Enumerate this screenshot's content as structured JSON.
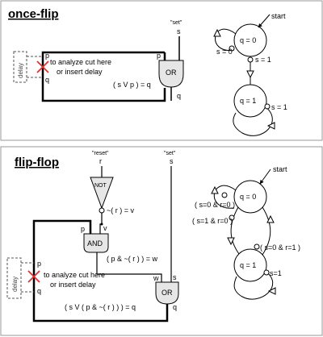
{
  "once_flip": {
    "title": "once-flip",
    "set_label": "\"set\"",
    "s": "s",
    "p1": "p",
    "q1": "q",
    "p2": "p",
    "q2": "q",
    "gate": "OR",
    "delay": "delay",
    "note_line1": "to analyze cut here",
    "note_line2": "or insert delay",
    "expr": "( s V p )  =  q",
    "state_diagram": {
      "start": "start",
      "q0": "q = 0",
      "q1": "q = 1",
      "t_s0": "s = 0",
      "t_s1": "s = 1",
      "t_s1b": "s = 1"
    }
  },
  "flip_flop": {
    "title": "flip-flop",
    "reset_label": "\"reset\"",
    "set_label": "\"set\"",
    "r": "r",
    "s": "s",
    "not_gate": "NOT",
    "and_gate": "AND",
    "or_gate": "OR",
    "not_expr": "~( r ) = v",
    "v": "v",
    "and_expr": "( p & ~( r ) ) = w",
    "w": "w",
    "p1": "p",
    "q1": "q",
    "p2": "p",
    "q2": "q",
    "s2": "s",
    "delay": "delay",
    "note_line1": "to analyze cut here",
    "note_line2": "or insert delay",
    "expr": "( s V ( p & ~( r ) ) )  =  q",
    "state_diagram": {
      "start": "start",
      "q0": "q = 0",
      "q1": "q = 1",
      "t_a": "( s=0 & r=0 )",
      "t_b": "( s=1 & r=0 )",
      "t_c": "( s=0 & r=1 )",
      "t_d": "s=1"
    }
  }
}
